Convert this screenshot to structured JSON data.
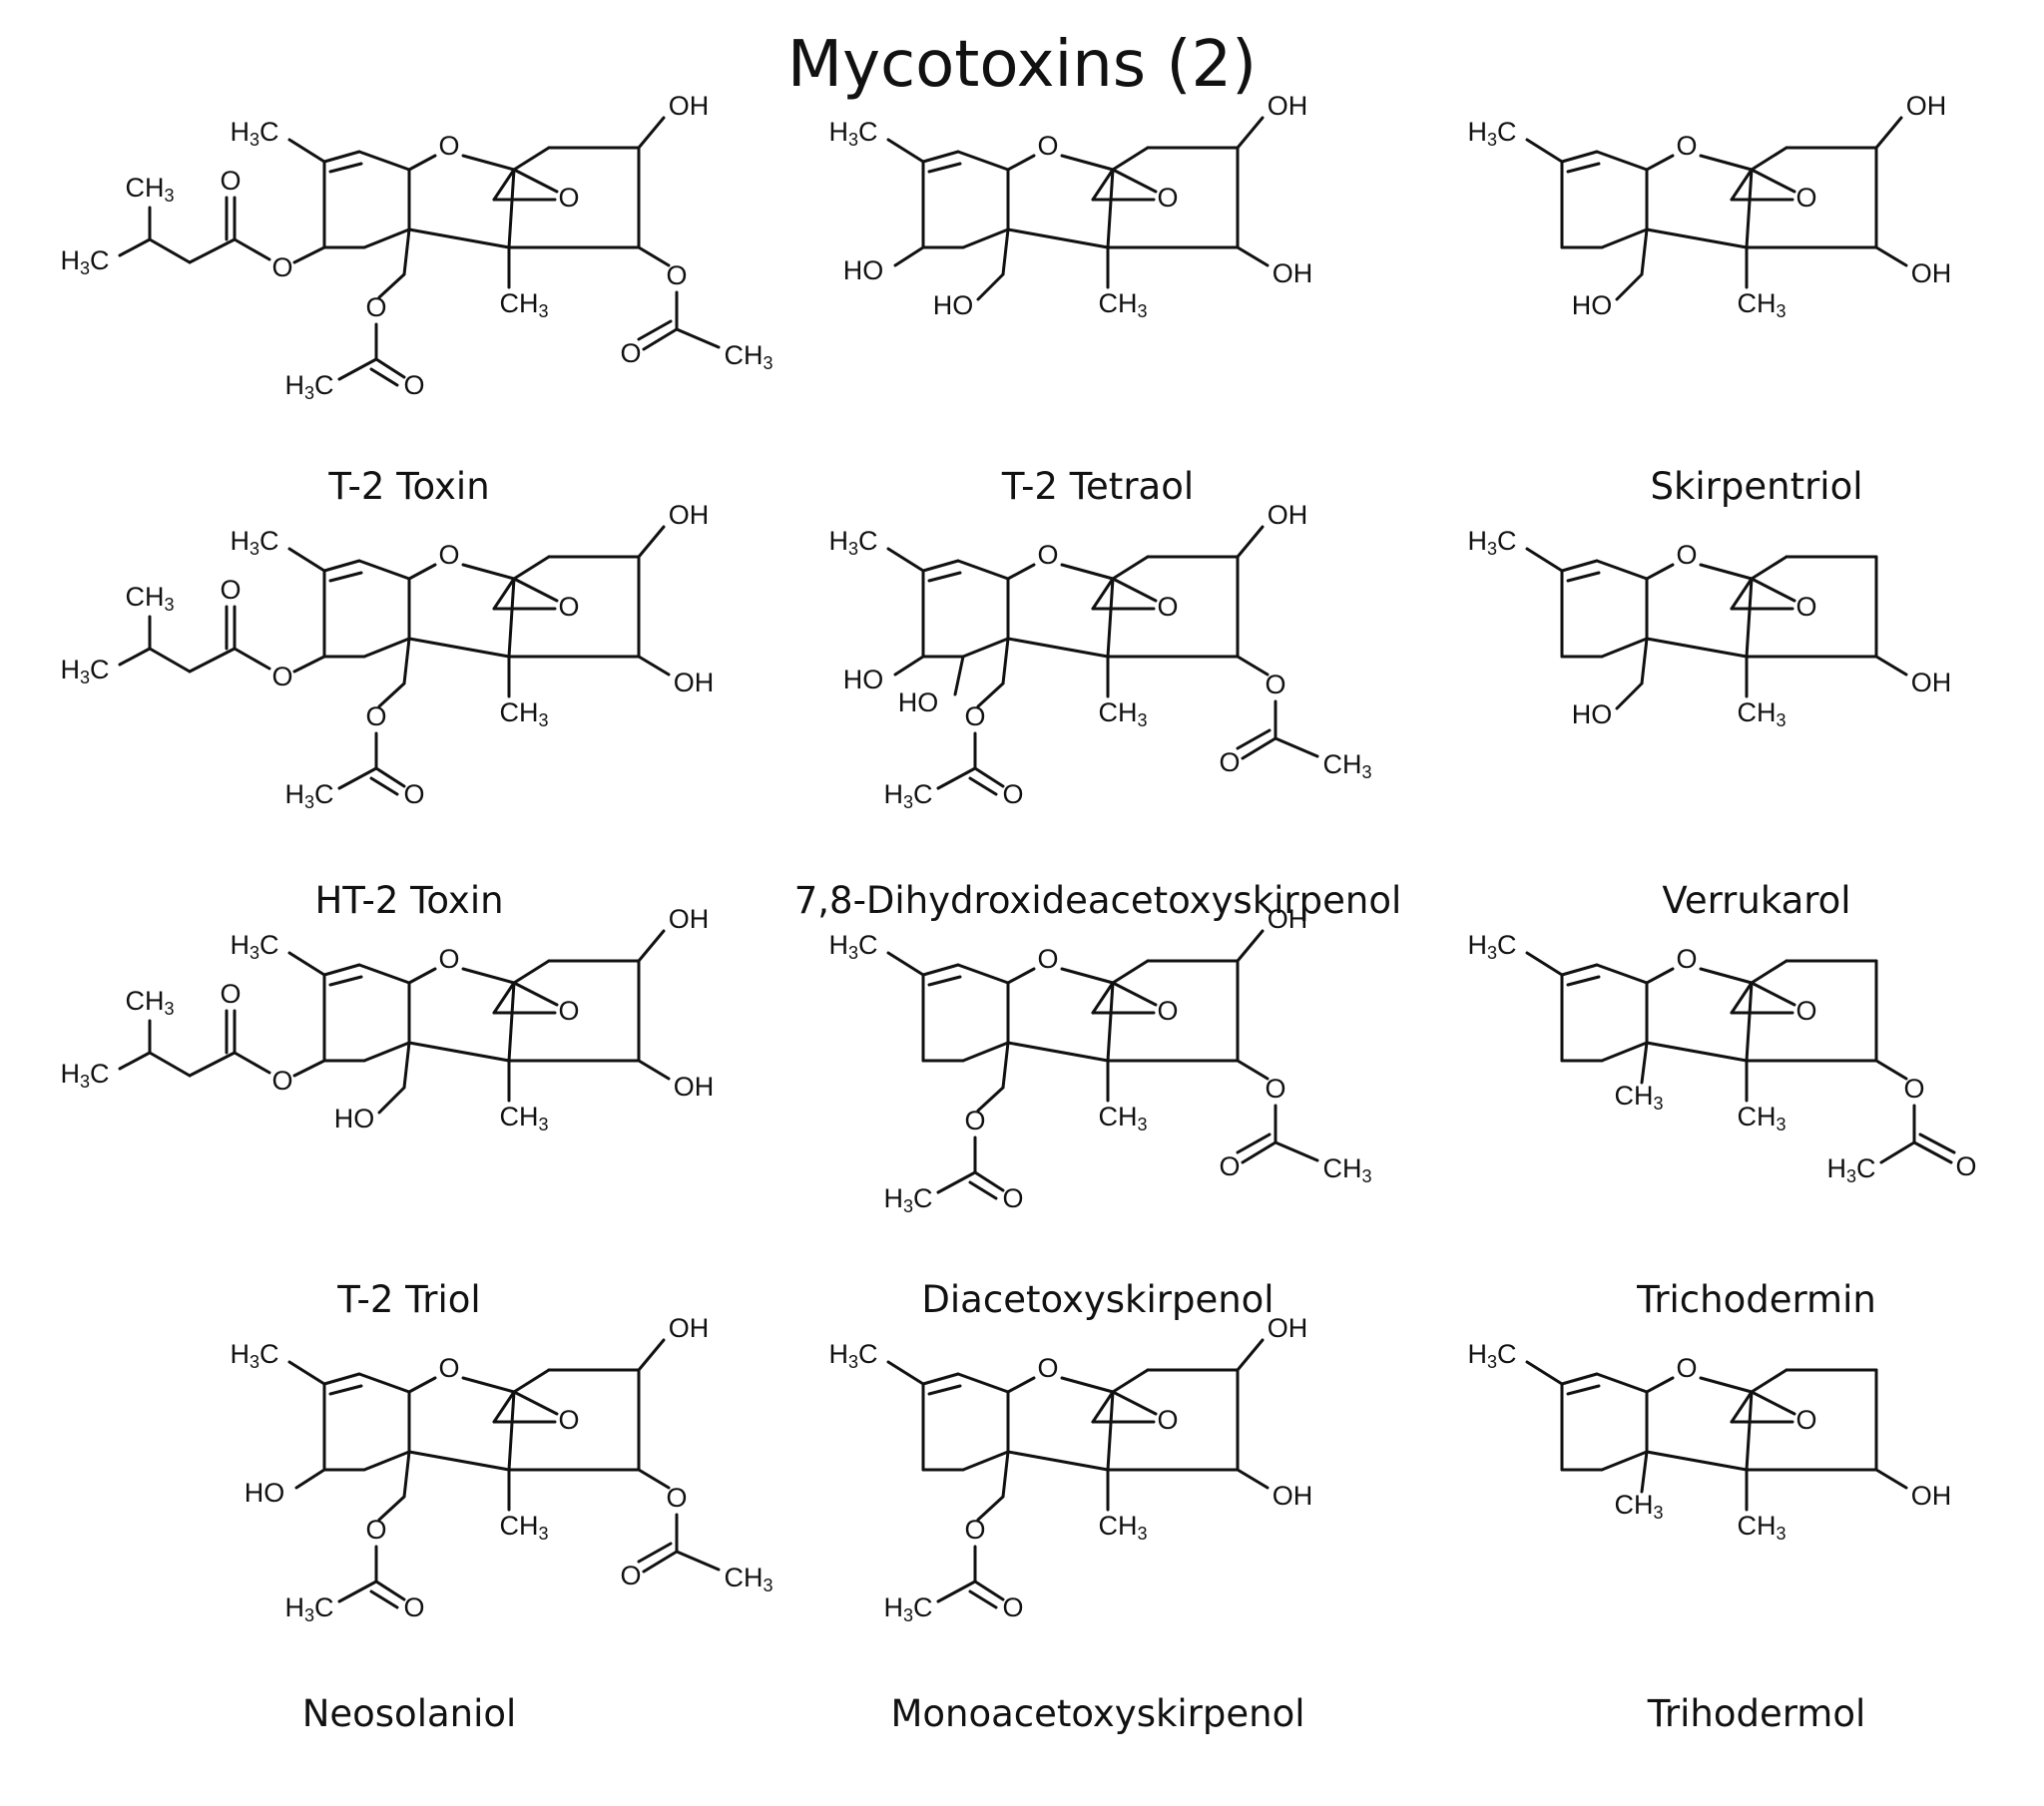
{
  "title": "Mycotoxins (2)",
  "labels": {
    "H3C": "H3C",
    "CH3": "CH3",
    "OH": "OH",
    "HO": "HO",
    "O": "O",
    "C": "C",
    "H": "H",
    "sub3": "3"
  },
  "compounds": [
    {
      "name": "T-2 Toxin",
      "r3": "OH",
      "r4": "OAc",
      "r8": "OCOR",
      "r8b": null,
      "r15": "OAc",
      "r9": "CH3",
      "r9b": null
    },
    {
      "name": "T-2 Tetraol",
      "r3": "OH",
      "r4": "OH",
      "r8": "OH",
      "r8b": null,
      "r15": "OH",
      "r9": "CH3",
      "r9b": null
    },
    {
      "name": "Skirpentriol",
      "r3": "OH",
      "r4": "OH",
      "r8": null,
      "r8b": null,
      "r15": "OH",
      "r9": "CH3",
      "r9b": null
    },
    {
      "name": "HT-2 Toxin",
      "r3": "OH",
      "r4": "OH",
      "r8": "OCOR",
      "r8b": null,
      "r15": "OAc",
      "r9": "CH3",
      "r9b": null
    },
    {
      "name": "7,8-Dihydroxideacetoxyskirpenol",
      "r3": "OH",
      "r4": "OAc",
      "r8": "OH",
      "r8b": "OH",
      "r15": "OAc",
      "r9": "CH3",
      "r9b": null
    },
    {
      "name": "Verrukarol",
      "r3": null,
      "r4": "OH",
      "r8": null,
      "r8b": null,
      "r15": "OH",
      "r9": "CH3",
      "r9b": null
    },
    {
      "name": "T-2 Triol",
      "r3": "OH",
      "r4": "OH",
      "r8": "OCOR",
      "r8b": null,
      "r15": "OH",
      "r9": "CH3",
      "r9b": null
    },
    {
      "name": "Diacetoxyskirpenol",
      "r3": "OH",
      "r4": "OAc",
      "r8": null,
      "r8b": null,
      "r15": "OAc",
      "r9": "CH3",
      "r9b": null
    },
    {
      "name": "Trichodermin",
      "r3": null,
      "r4": "OAcAlt",
      "r8": null,
      "r8b": null,
      "r15": "CH3",
      "r9": "CH3",
      "r9b": null
    },
    {
      "name": "Neosolaniol",
      "r3": "OH",
      "r4": "OAc",
      "r8": "OH",
      "r8b": null,
      "r15": "OAc",
      "r9": "CH3",
      "r9b": null
    },
    {
      "name": "Monoacetoxyskirpenol",
      "r3": "OH",
      "r4": "OH",
      "r8": null,
      "r8b": null,
      "r15": "OAc",
      "r9": "CH3",
      "r9b": null
    },
    {
      "name": "Trihodermol",
      "r3": null,
      "r4": "OH",
      "r8": null,
      "r8b": null,
      "r15": "CH3",
      "r9": "CH3",
      "r9b": null
    }
  ]
}
